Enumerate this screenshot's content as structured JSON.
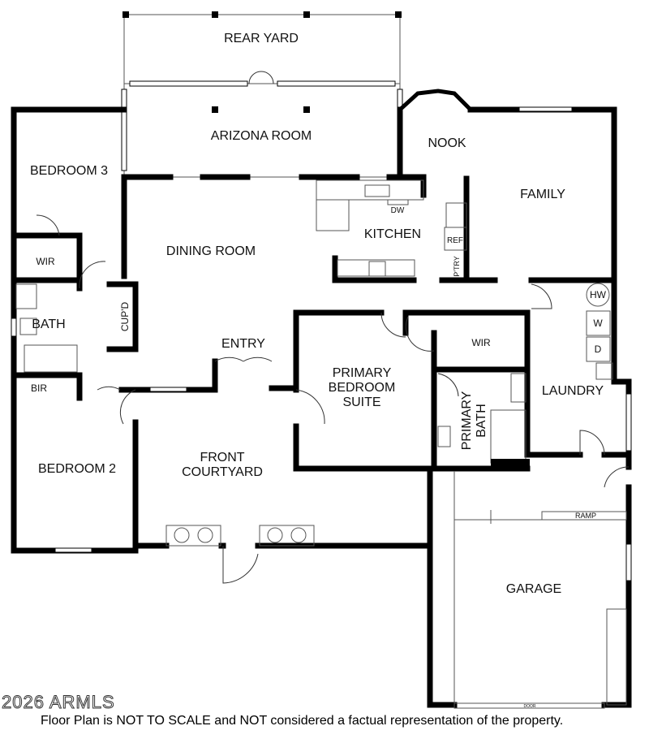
{
  "rooms": {
    "rear_yard": "REAR YARD",
    "arizona_room": "ARIZONA ROOM",
    "nook": "NOOK",
    "family": "FAMILY",
    "bedroom_3": "BEDROOM 3",
    "kitchen": "KITCHEN",
    "dw": "DW",
    "ref": "REF",
    "pantry": "P'TRY",
    "dining_room": "DINING ROOM",
    "wir_1": "WIR",
    "bath": "BATH",
    "cupd": "CUP'D",
    "hw": "HW",
    "washer": "W",
    "dryer": "D",
    "entry": "ENTRY",
    "wir_2": "WIR",
    "primary_bedroom_suite_line1": "PRIMARY",
    "primary_bedroom_suite_line2": "BEDROOM",
    "primary_bedroom_suite_line3": "SUITE",
    "primary_bath_line1": "PRIMARY",
    "primary_bath_line2": "BATH",
    "laundry": "LAUNDRY",
    "bir": "BIR",
    "bedroom_2": "BEDROOM 2",
    "front_courtyard_line1": "FRONT",
    "front_courtyard_line2": "COURTYARD",
    "ramp": "RAMP",
    "garage": "GARAGE",
    "door": "DOOR"
  },
  "footer": {
    "copyright": "2026 ARMLS",
    "disclaimer": "Floor Plan is NOT TO SCALE and NOT considered a factual representation of the property."
  }
}
